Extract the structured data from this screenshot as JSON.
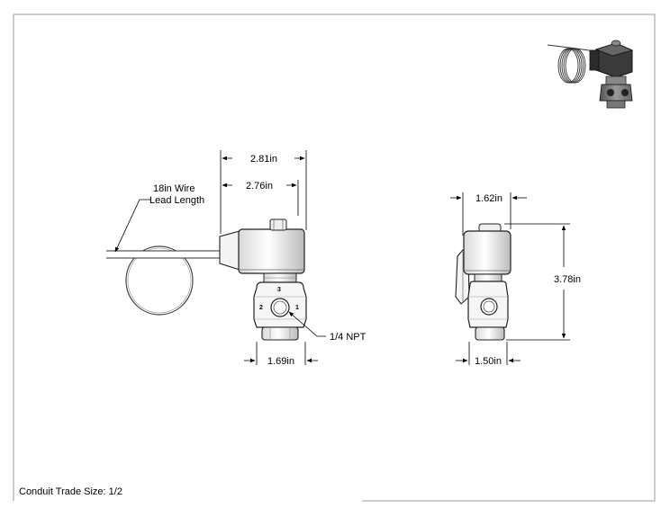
{
  "dimensions": {
    "overall_width": "2.81in",
    "coil_width": "2.76in",
    "front_body_width": "1.69in",
    "side_coil_width": "1.62in",
    "side_body_width": "1.50in",
    "overall_height": "3.78in"
  },
  "annotations": {
    "wire_lead_line1": "18in Wire",
    "wire_lead_line2": "Lead Length",
    "port_thread": "1/4 NPT"
  },
  "ports": {
    "port_1": "1",
    "port_2": "2",
    "port_3": "3"
  },
  "footer": {
    "conduit_note": "Conduit Trade Size: 1/2"
  }
}
